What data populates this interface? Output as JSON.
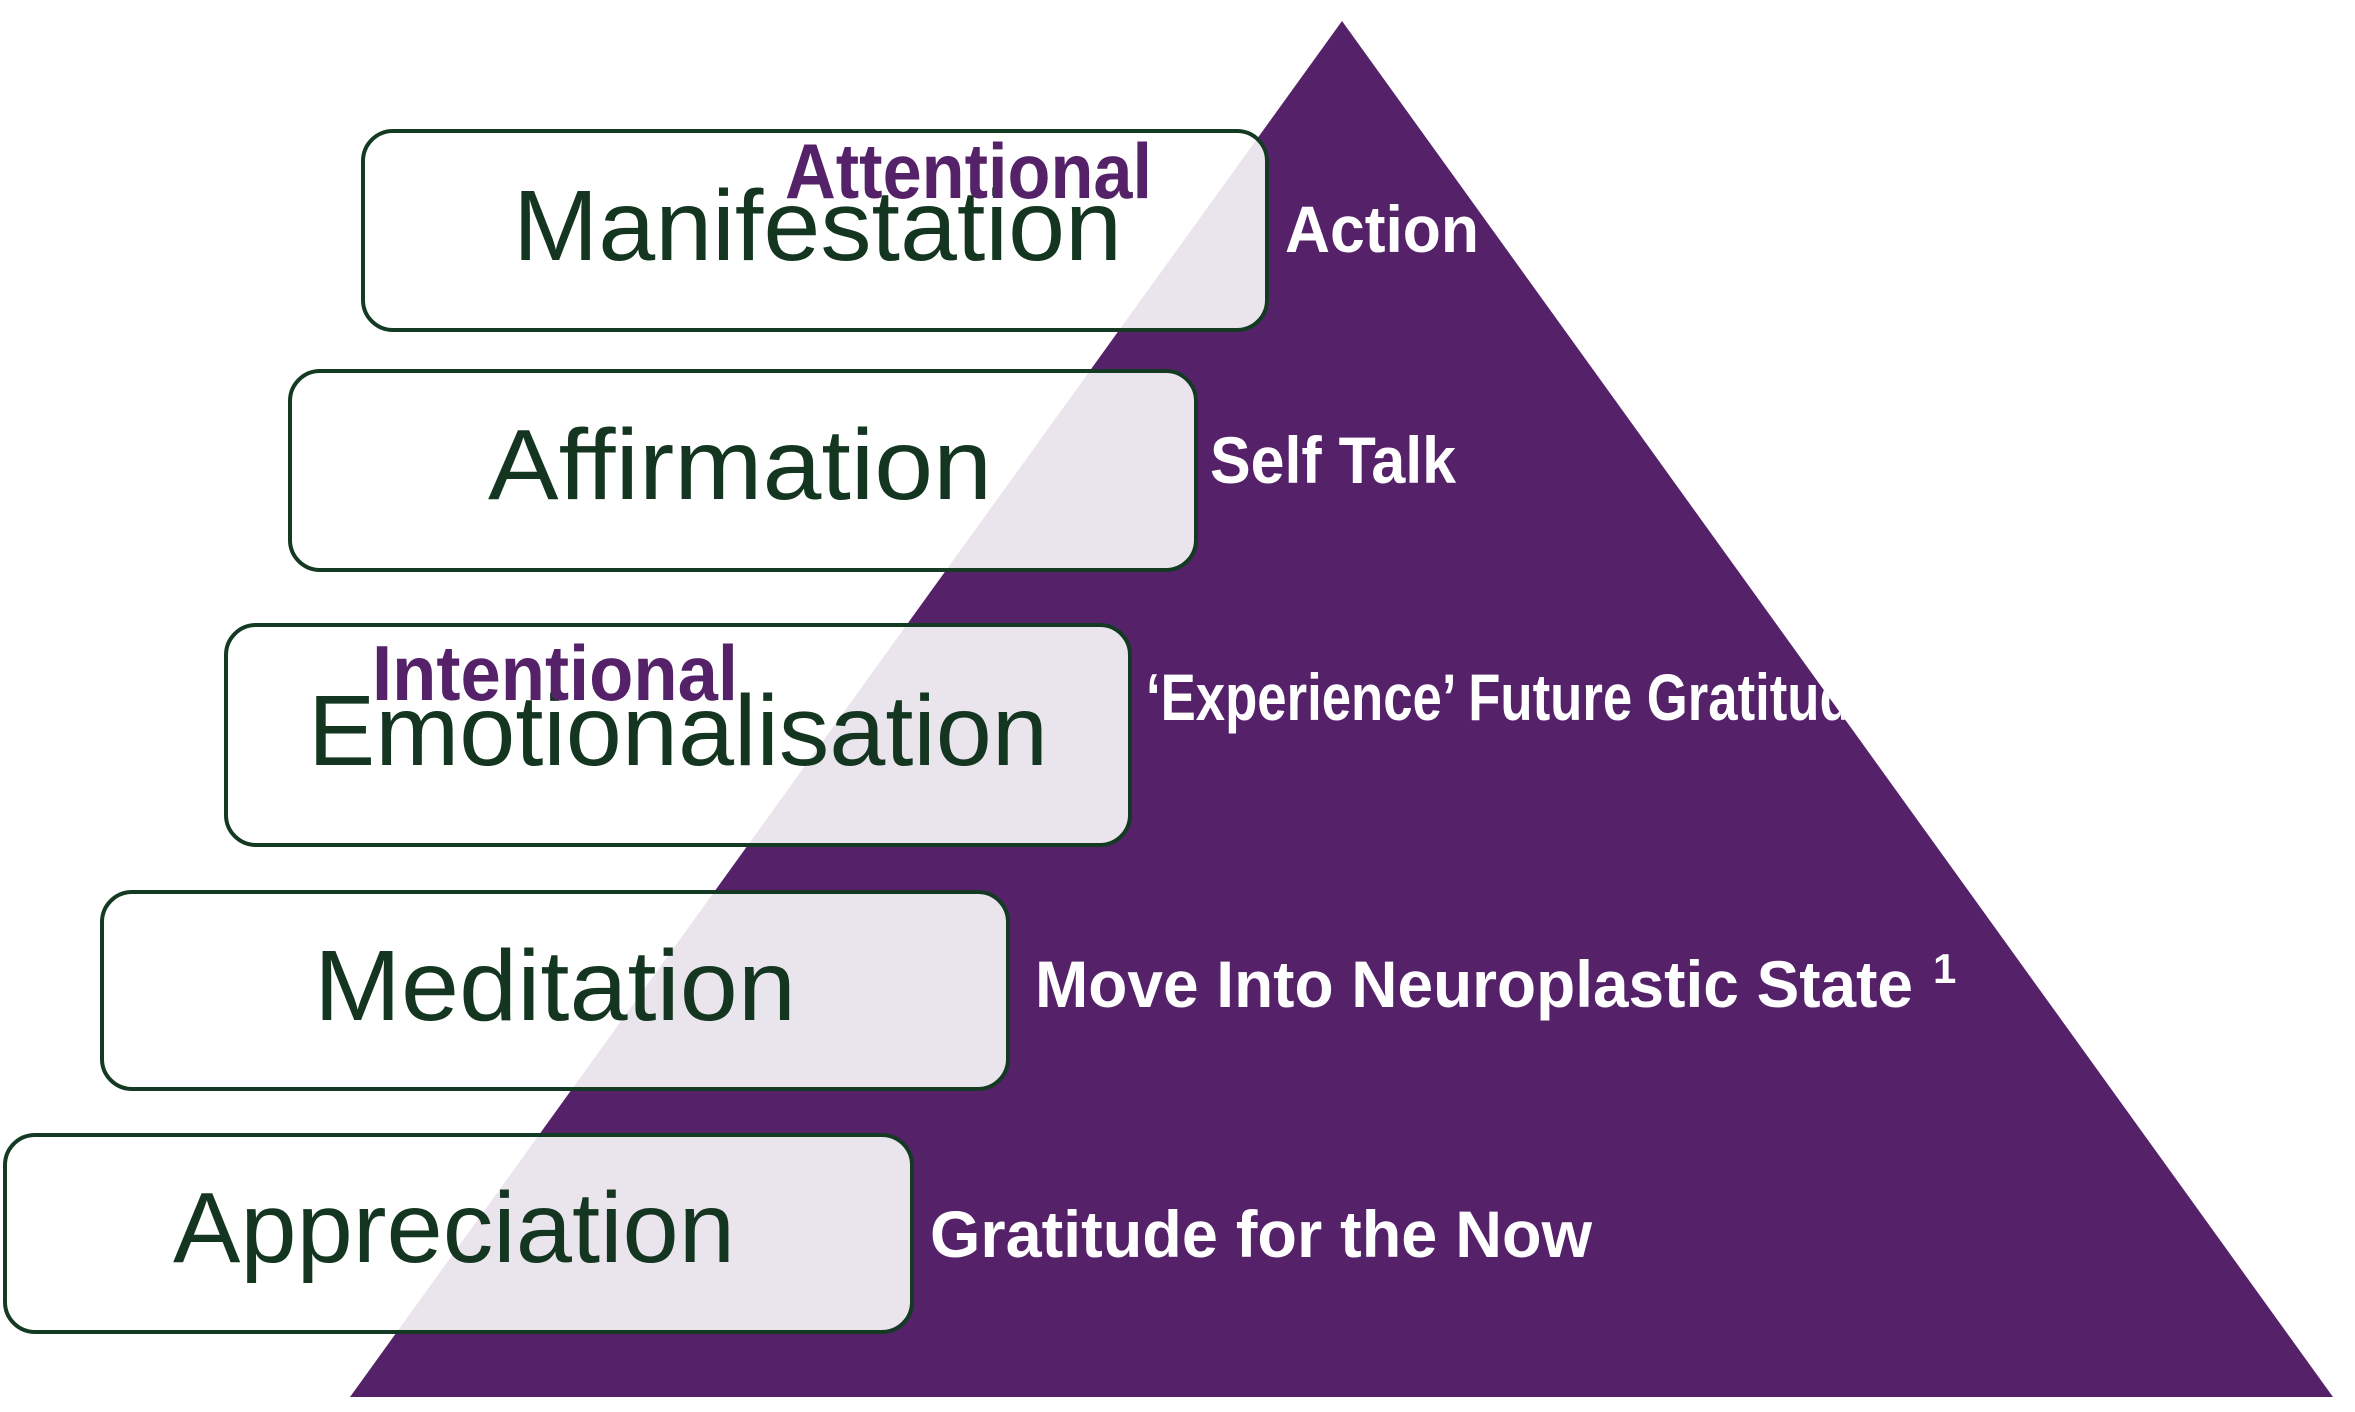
{
  "colors": {
    "pyramid": "#55226a",
    "step_text": "#143620",
    "box_border": "#153a23",
    "overlay_text": "#55226a",
    "side_text": "#ffffff"
  },
  "overlays": {
    "attentional": "Attentional",
    "intentional": "Intentional"
  },
  "steps": [
    {
      "label": "Manifestation",
      "description": "Action",
      "superscript": ""
    },
    {
      "label": "Affirmation",
      "description": "Self Talk",
      "superscript": ""
    },
    {
      "label": "Emotionalisation",
      "description": "‘Experience’ Future Gratitude",
      "superscript": ""
    },
    {
      "label": "Meditation",
      "description": "Move Into Neuroplastic State",
      "superscript": "1"
    },
    {
      "label": "Appreciation",
      "description": "Gratitude for the Now",
      "superscript": ""
    }
  ]
}
